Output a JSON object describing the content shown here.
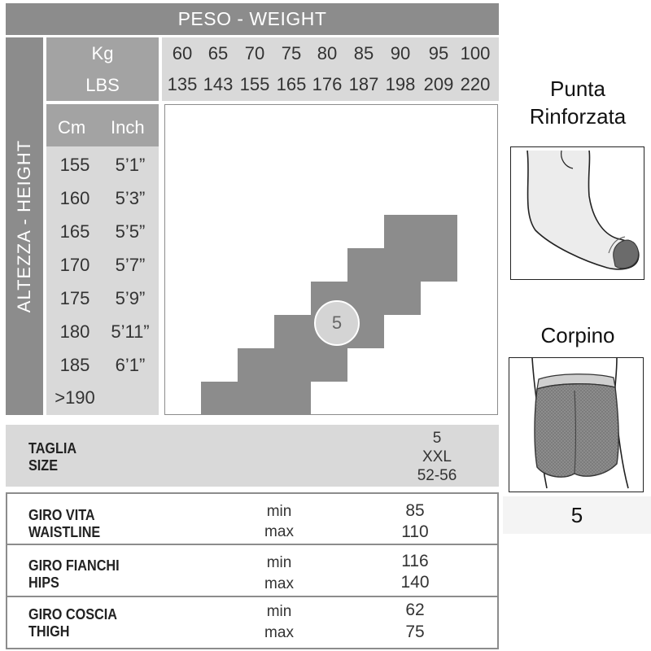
{
  "chart_data": {
    "type": "table",
    "title": "PESO - WEIGHT",
    "ylabel": "ALTEZZA - HEIGHT",
    "weight": {
      "kg_label": "Kg",
      "lbs_label": "LBS",
      "kg": [
        "60",
        "65",
        "70",
        "75",
        "80",
        "85",
        "90",
        "95",
        "100"
      ],
      "lbs": [
        "135",
        "143",
        "155",
        "165",
        "176",
        "187",
        "198",
        "209",
        "220"
      ]
    },
    "height": {
      "cm_label": "Cm",
      "inch_label": "Inch",
      "cm": [
        "155",
        "160",
        "165",
        "170",
        "175",
        "180",
        "185",
        ">190"
      ],
      "inch": [
        "5’1”",
        "5’3”",
        "5’5”",
        "5’7”",
        "5’9”",
        "5’11”",
        "6’1”",
        ""
      ]
    },
    "size_region": {
      "size_label": "5",
      "cells": [
        {
          "row": 3,
          "cols": [
            6,
            7
          ]
        },
        {
          "row": 4,
          "cols": [
            5,
            6,
            7
          ]
        },
        {
          "row": 5,
          "cols": [
            4,
            5,
            6
          ]
        },
        {
          "row": 6,
          "cols": [
            3,
            4,
            5
          ]
        },
        {
          "row": 7,
          "cols": [
            2,
            3,
            4
          ]
        },
        {
          "row": 8,
          "cols": [
            1,
            2,
            3
          ]
        }
      ]
    },
    "size_table": {
      "taglia_label": "TAGLIA",
      "size_label": "SIZE",
      "values": [
        "5",
        "XXL",
        "52-56"
      ]
    },
    "measurements": [
      {
        "label_it": "GIRO VITA",
        "label_en": "WAISTLINE",
        "min_label": "min",
        "max_label": "max",
        "min": "85",
        "max": "110"
      },
      {
        "label_it": "GIRO FIANCHI",
        "label_en": "HIPS",
        "min_label": "min",
        "max_label": "max",
        "min": "116",
        "max": "140"
      },
      {
        "label_it": "GIRO COSCIA",
        "label_en": "THIGH",
        "min_label": "min",
        "max_label": "max",
        "min": "62",
        "max": "75"
      }
    ]
  },
  "features": {
    "toe_title_line1": "Punta",
    "toe_title_line2": "Rinforzata",
    "body_title": "Corpino",
    "size_caption": "5"
  }
}
